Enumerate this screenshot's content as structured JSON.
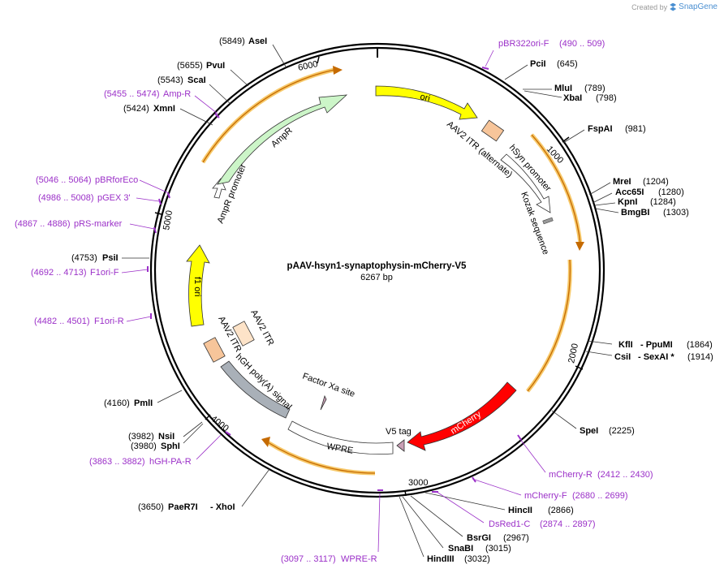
{
  "watermark": {
    "prefix": "Created by",
    "brand": "SnapGene"
  },
  "plasmid": {
    "name": "pAAV-hsyn1-synaptophysin-mCherry-V5",
    "size_label": "6267 bp",
    "length": 6267
  },
  "ticks": [
    "1000",
    "2000",
    "3000",
    "4000",
    "5000",
    "6000"
  ],
  "features": [
    {
      "id": "ori",
      "label": "ori",
      "color": "#ffff00"
    },
    {
      "id": "aav2-itr-alt",
      "label": "AAV2 ITR (alternate)",
      "color": "#f7c59a"
    },
    {
      "id": "hsyn",
      "label": "hSyn promoter",
      "color": "#ffffff"
    },
    {
      "id": "kozak",
      "label": "Kozak sequence",
      "color": "#999999"
    },
    {
      "id": "mcherry",
      "label": "mCherry",
      "color": "#ff0000"
    },
    {
      "id": "v5",
      "label": "V5 tag",
      "color": "#c9a0b6"
    },
    {
      "id": "factor-xa",
      "label": "Factor Xa site",
      "color": "#c9a0b6"
    },
    {
      "id": "wpre",
      "label": "WPRE",
      "color": "#ffffff"
    },
    {
      "id": "hgh",
      "label": "hGH poly(A) signal",
      "color": "#a9b0b8"
    },
    {
      "id": "aav2-itr-1",
      "label": "AAV2 ITR",
      "color": "#f7c59a"
    },
    {
      "id": "aav2-itr-2",
      "label": "AAV2 ITR",
      "color": "#fde3c8"
    },
    {
      "id": "f1ori",
      "label": "f1 ori",
      "color": "#ffff00"
    },
    {
      "id": "ampr-promoter",
      "label": "AmpR promoter",
      "color": "#ffffff"
    },
    {
      "id": "ampr",
      "label": "AmpR",
      "color": "#ccf5c8"
    }
  ],
  "sites": [
    {
      "pos": "(5849)",
      "name": "AseI"
    },
    {
      "pos": "(5655)",
      "name": "PvuI"
    },
    {
      "pos": "(5543)",
      "name": "ScaI"
    },
    {
      "pos": "(5455 .. 5474)",
      "name": "Amp-R",
      "primer": true
    },
    {
      "pos": "(5424)",
      "name": "XmnI"
    },
    {
      "pos": "(5046 .. 5064)",
      "name": "pBRforEco",
      "primer": true
    },
    {
      "pos": "(4986 .. 5008)",
      "name": "pGEX 3'",
      "primer": true
    },
    {
      "pos": "(4867 .. 4886)",
      "name": "pRS-marker",
      "primer": true
    },
    {
      "pos": "(4753)",
      "name": "PsiI"
    },
    {
      "pos": "(4692 .. 4713)",
      "name": "F1ori-F",
      "primer": true
    },
    {
      "pos": "(4482 .. 4501)",
      "name": "F1ori-R",
      "primer": true
    },
    {
      "pos": "(4160)",
      "name": "PmlI"
    },
    {
      "pos": "(3982)",
      "name": "NsiI"
    },
    {
      "pos": "(3980)",
      "name": "SphI"
    },
    {
      "pos": "(3863 .. 3882)",
      "name": "hGH-PA-R",
      "primer": true
    },
    {
      "pos": "(3650)",
      "name": "PaeR7I",
      "name2": "- XhoI"
    },
    {
      "pos": "(3097 .. 3117)",
      "name": "WPRE-R",
      "primer": true
    },
    {
      "pos": "(3032)",
      "name": "HindIII"
    },
    {
      "pos": "(3015)",
      "name": "SnaBI"
    },
    {
      "pos": "(2967)",
      "name": "BsrGI"
    },
    {
      "pos": "(2874 .. 2897)",
      "name": "DsRed1-C",
      "primer": true
    },
    {
      "pos": "(2866)",
      "name": "HincII"
    },
    {
      "pos": "(2680 .. 2699)",
      "name": "mCherry-F",
      "primer": true
    },
    {
      "pos": "(2412 .. 2430)",
      "name": "mCherry-R",
      "primer": true
    },
    {
      "pos": "(2225)",
      "name": "SpeI"
    },
    {
      "pos": "(1914)",
      "name": "CsiI",
      "name2": "- SexAI *"
    },
    {
      "pos": "(1864)",
      "name": "KflI",
      "name2": "- PpuMI"
    },
    {
      "pos": "(1303)",
      "name": "BmgBI"
    },
    {
      "pos": "(1284)",
      "name": "KpnI"
    },
    {
      "pos": "(1280)",
      "name": "Acc65I"
    },
    {
      "pos": "(1204)",
      "name": "MreI"
    },
    {
      "pos": "(981)",
      "name": "FspAI"
    },
    {
      "pos": "(798)",
      "name": "XbaI"
    },
    {
      "pos": "(789)",
      "name": "MluI"
    },
    {
      "pos": "(645)",
      "name": "PciI"
    },
    {
      "pos": "(490 .. 509)",
      "name": "pBR322ori-F",
      "primer": true
    }
  ]
}
